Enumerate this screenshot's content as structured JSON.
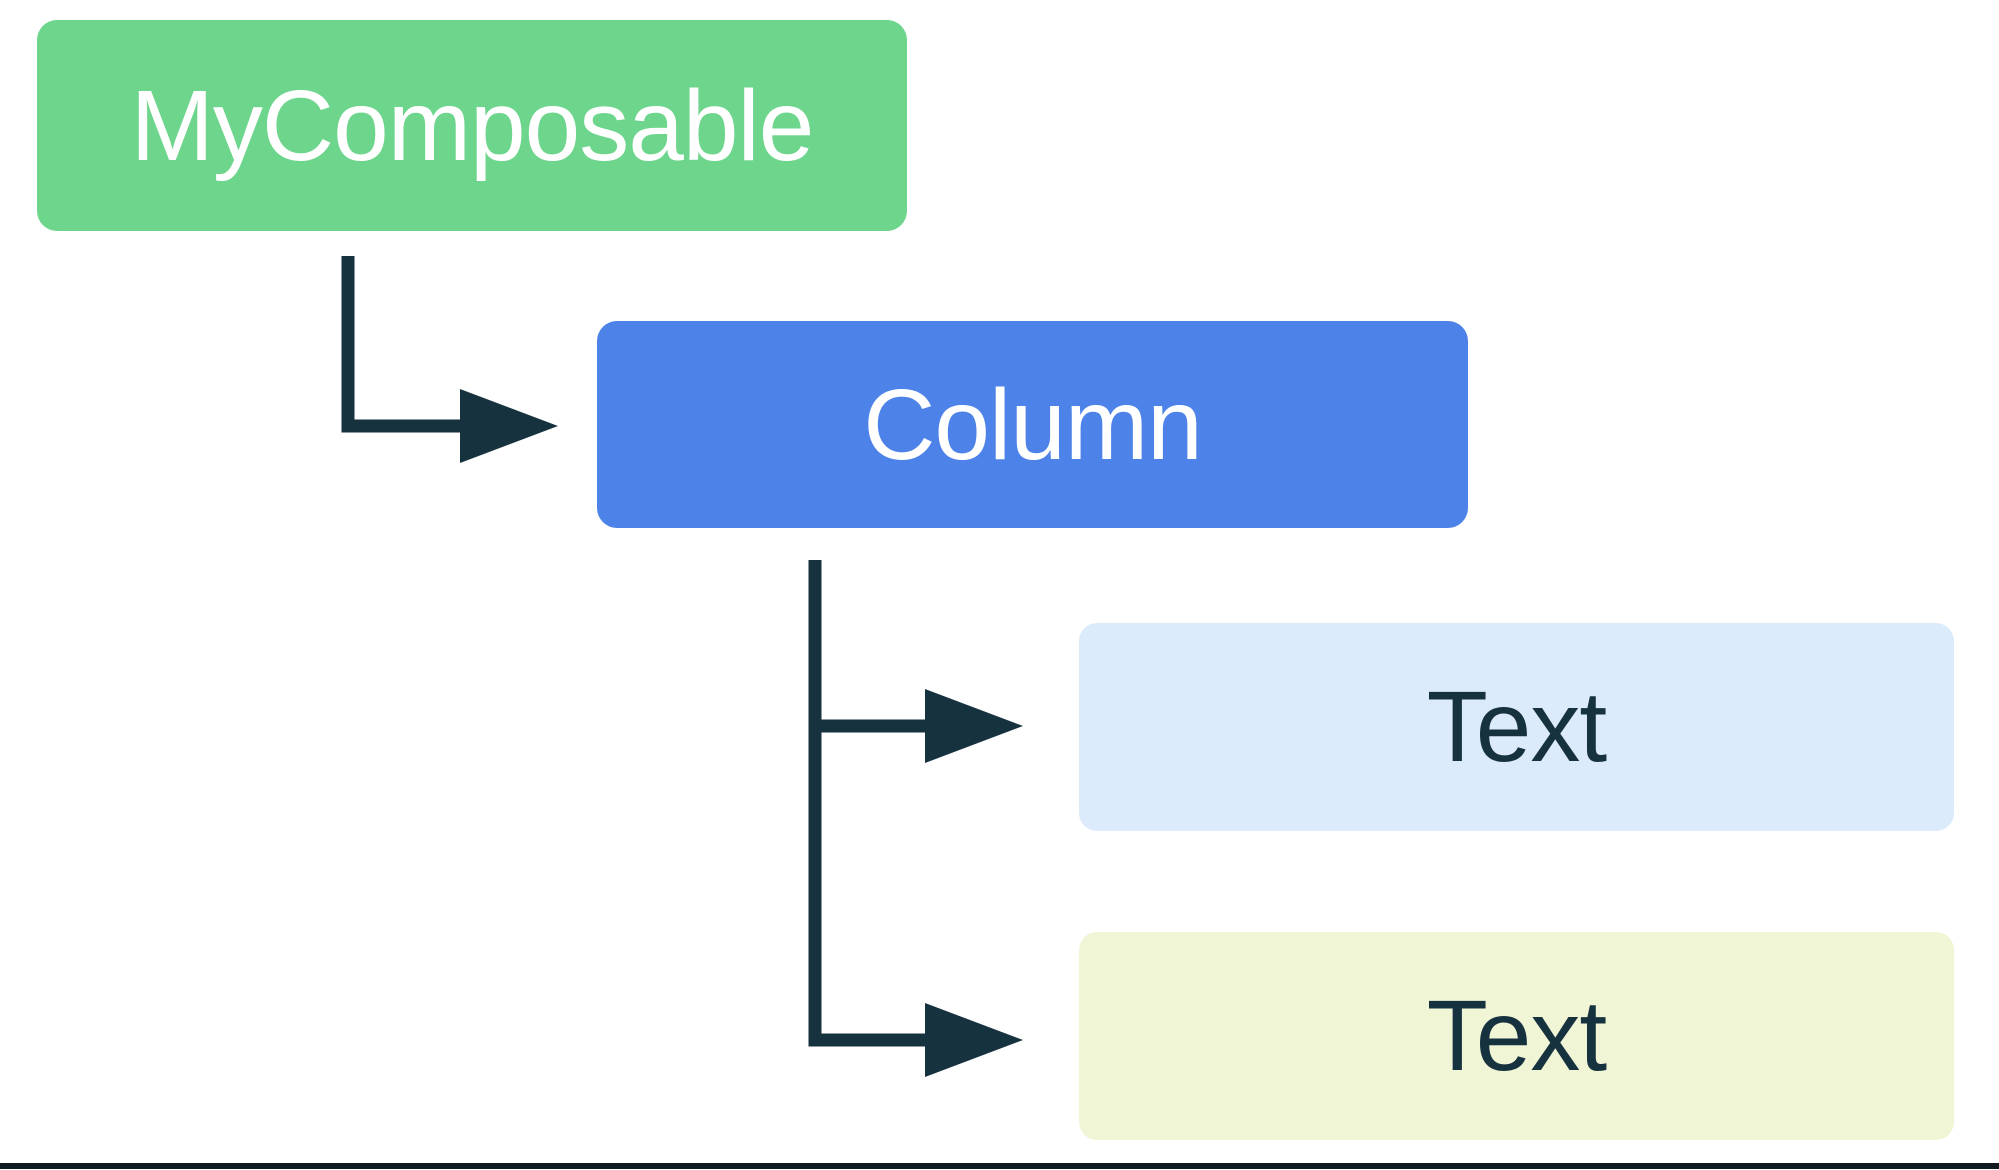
{
  "canvas": {
    "background": "#ffffff"
  },
  "diagram": {
    "nodes": [
      {
        "id": "my-composable",
        "label": "MyComposable",
        "fill": "#6DD58C",
        "text_color": "#FFFFFF"
      },
      {
        "id": "column",
        "label": "Column",
        "fill": "#4D82E9",
        "text_color": "#FFFFFF"
      },
      {
        "id": "text-1",
        "label": "Text",
        "fill": "#DCEBFC",
        "text_color": "#17323F"
      },
      {
        "id": "text-2",
        "label": "Text",
        "fill": "#F0F5D6",
        "text_color": "#17323F"
      }
    ],
    "arrow_color": "#17323F",
    "bottom_rule_color": "#101820"
  }
}
